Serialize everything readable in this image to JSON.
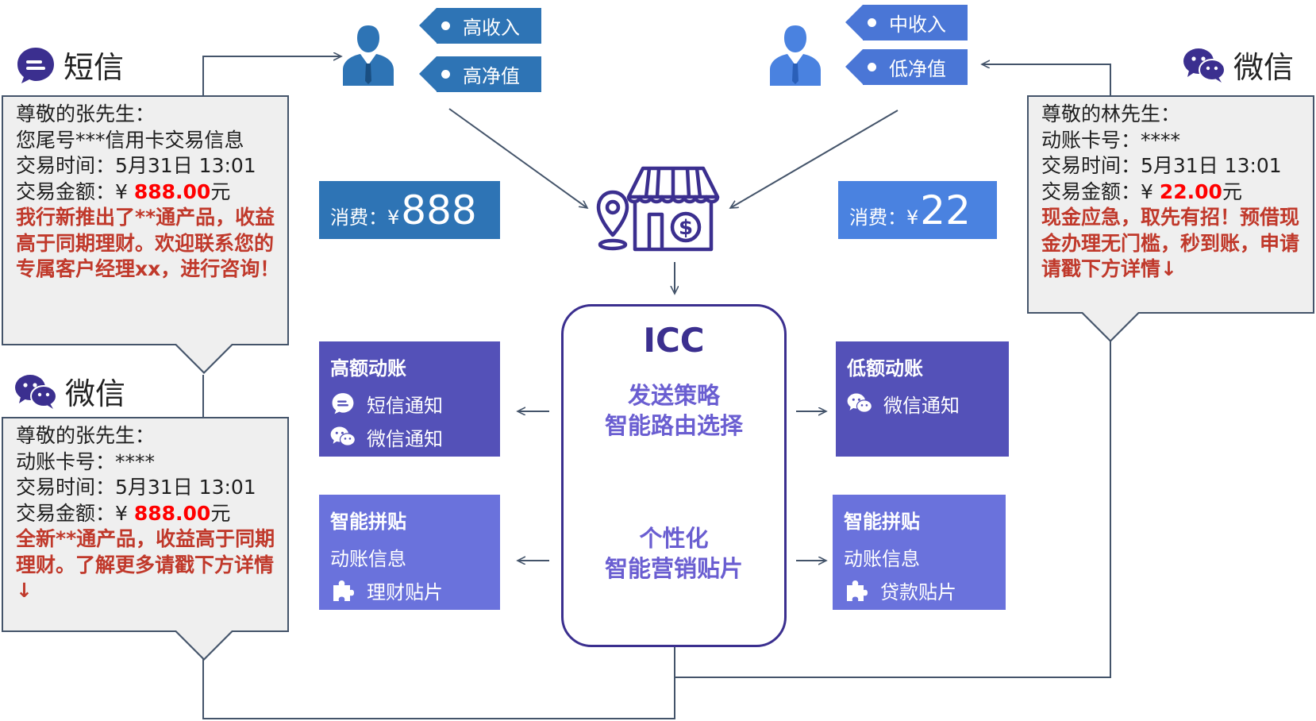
{
  "colors": {
    "frame": "#44546a",
    "promo_red": "#c0392b",
    "amount_red": "#ff0000",
    "icc_border": "#3b2f8f",
    "icc_text": "#6a5ed1",
    "card_dark": "#5451b8",
    "card_light": "#6a72dc",
    "spend_left": "#2e74b5",
    "spend_right": "#4a82e0",
    "user_left": "#2e74b5",
    "user_right": "#4a82e0",
    "channel_icon": "#3b2f8f"
  },
  "left_sms": {
    "channel_label": "短信",
    "icon": "sms-chat-icon",
    "lines": [
      "尊敬的张先生：",
      "您尾号***信用卡交易信息",
      "交易时间：5月31日 13:01"
    ],
    "amount_prefix": "交易金额：¥ ",
    "amount": "888.00",
    "amount_suffix": "元",
    "promo": [
      "我行新推出了**通产品，收益",
      "高于同期理财。欢迎联系您的",
      "专属客户经理xx，进行咨询！"
    ]
  },
  "left_wechat": {
    "channel_label": "微信",
    "icon": "wechat-icon",
    "lines": [
      "尊敬的张先生：",
      "动账卡号：****",
      "交易时间：5月31日 13:01"
    ],
    "amount_prefix": "交易金额：¥ ",
    "amount": "888.00",
    "amount_suffix": "元",
    "promo": [
      "全新**通产品，收益高于同期",
      "理财。了解更多请戳下方详情",
      "↓"
    ]
  },
  "right_wechat": {
    "channel_label": "微信",
    "icon": "wechat-icon",
    "lines": [
      "尊敬的林先生：",
      "动账卡号：****",
      "交易时间：5月31日 13:01"
    ],
    "amount_prefix": "交易金额：¥ ",
    "amount": "22.00",
    "amount_suffix": "元",
    "promo": [
      "现金应急，取先有招！预借现",
      "金办理无门槛，秒到账，申请",
      "请戳下方详情↓"
    ]
  },
  "user_left": {
    "icon": "businessman-icon",
    "tags": [
      "高收入",
      "高净值"
    ]
  },
  "user_right": {
    "icon": "businessman-icon",
    "tags": [
      "中收入",
      "低净值"
    ]
  },
  "spend_left": {
    "label": "消费：¥",
    "value": "888"
  },
  "spend_right": {
    "label": "消费：¥",
    "value": "22"
  },
  "store": {
    "icon": "store-location-icon"
  },
  "icc": {
    "title": "ICC",
    "block1": [
      "发送策略",
      "智能路由选择"
    ],
    "block2": [
      "个性化",
      "智能营销贴片"
    ]
  },
  "card_high": {
    "title": "高额动账",
    "rows": [
      {
        "icon": "sms-chat-icon",
        "label": "短信通知"
      },
      {
        "icon": "wechat-icon",
        "label": "微信通知"
      }
    ]
  },
  "card_low": {
    "title": "低额动账",
    "rows": [
      {
        "icon": "wechat-icon",
        "label": "微信通知"
      }
    ]
  },
  "card_patch_left": {
    "title": "智能拼贴",
    "plain": "动账信息",
    "rows": [
      {
        "icon": "puzzle-icon",
        "label": "理财贴片"
      }
    ]
  },
  "card_patch_right": {
    "title": "智能拼贴",
    "plain": "动账信息",
    "rows": [
      {
        "icon": "puzzle-icon",
        "label": "贷款贴片"
      }
    ]
  }
}
